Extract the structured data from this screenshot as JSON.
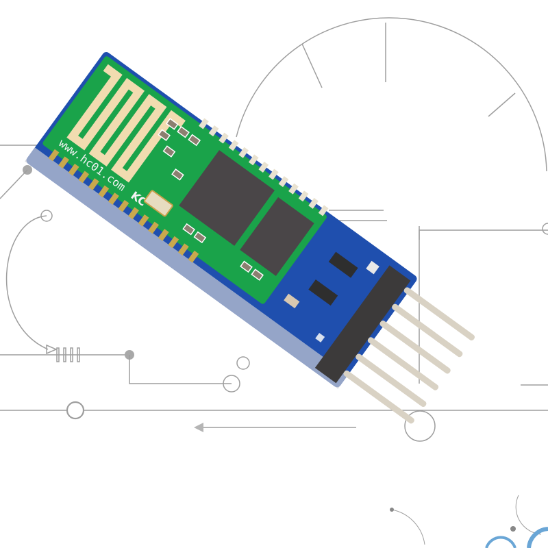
{
  "image": {
    "subject": "HC-05 Bluetooth serial module",
    "background_color": "#ffffff"
  },
  "board": {
    "silkscreen_url": "www.hc01.com",
    "silkscreen_logo": "KC",
    "header_pin_count": 6,
    "colors": {
      "carrier_pcb": "#1f4fae",
      "module_pcb": "#1aa34a",
      "antenna_trace": "#f1dcb0",
      "chip": "#4a4648",
      "header_plastic": "#3c3a3a",
      "pin_metal": "#d9d2c4"
    }
  },
  "decoration": {
    "line_color": "#9a9a9a",
    "elements": [
      "large-arc",
      "tick-marks",
      "circle-nodes",
      "arrow-left",
      "resistor-symbol",
      "connector-arcs"
    ]
  }
}
